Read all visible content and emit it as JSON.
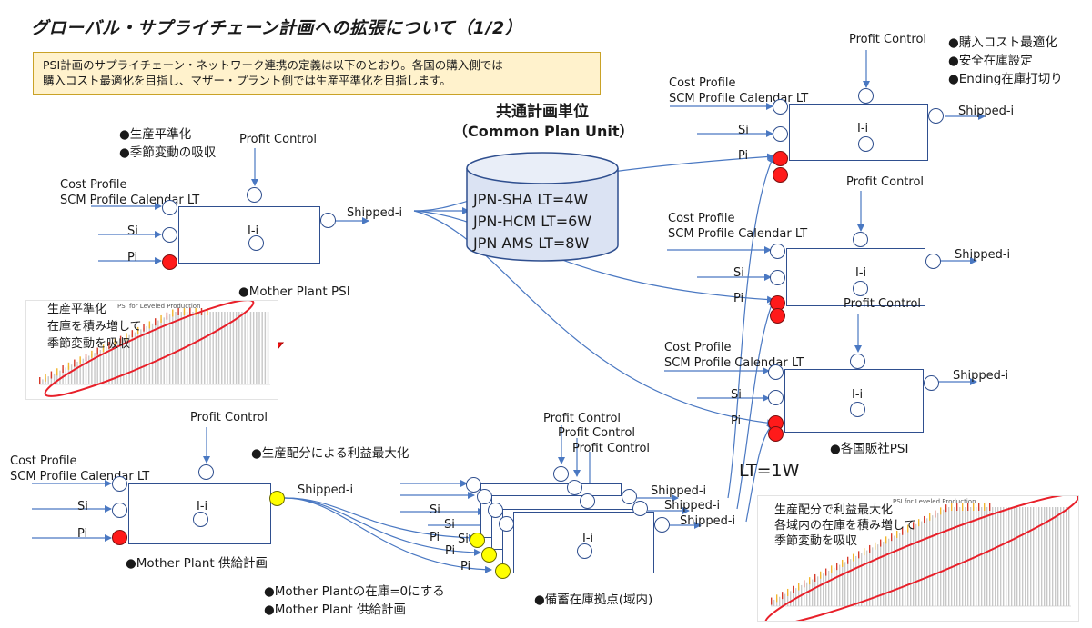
{
  "title": "グローバル・サプライチェーン計画への拡張について（1/2）",
  "callout": {
    "line1": "PSI計画のサプライチェーン・ネットワーク連携の定義は以下のとおり。各国の購入側では",
    "line2": "購入コスト最適化を目指し、マザー・プラント側では生産平準化を目指します。"
  },
  "common_plan_unit": {
    "title": "共通計画単位",
    "subtitle": "（Common Plan Unit）",
    "routes": [
      "JPN-SHA LT=4W",
      "JPN-HCM LT=6W",
      "JPN AMS LT=8W"
    ]
  },
  "labels": {
    "profit_control": "Profit Control",
    "cost_profile": "Cost Profile",
    "scm_profile": "SCM Profile Calendar LT",
    "si": "Si",
    "pi": "Pi",
    "shipped": "Shipped-i",
    "node": "I-i"
  },
  "mother_psi": {
    "bullets": [
      "●生産平準化",
      "●季節変動の吸収"
    ],
    "caption": "●Mother Plant PSI"
  },
  "mother_supply": {
    "bullet": "●生産配分による利益最大化",
    "caption": "●Mother Plant 供給計画",
    "notes": [
      "●Mother Plantの在庫=0にする",
      "●Mother Plant 供給計画"
    ]
  },
  "country": {
    "bullets": [
      "●購入コスト最適化",
      "●安全在庫設定",
      "●Ending在庫打切り"
    ],
    "caption": "●各国販社PSI"
  },
  "buffer": {
    "caption": "●備蓄在庫拠点(域内)",
    "lt": "LT=1W"
  },
  "chart_left": {
    "title": "PSI for Leveled Production",
    "annot": [
      "生産平準化",
      "在庫を積み増して",
      "季節変動を吸収"
    ]
  },
  "chart_right": {
    "title": "PSI for Leveled Production",
    "annot": [
      "生産配分で利益最大化",
      "各域内の在庫を積み増して",
      "季節変動を吸収"
    ]
  },
  "colors": {
    "line": "#4a78c2",
    "box": "#2f4f8f",
    "red": "#ff1a1a",
    "yellow": "#ffff00",
    "callout_bg": "#fff2cc",
    "cylinder_bg": "#dbe3f3",
    "ellipse": "#e8202a"
  }
}
